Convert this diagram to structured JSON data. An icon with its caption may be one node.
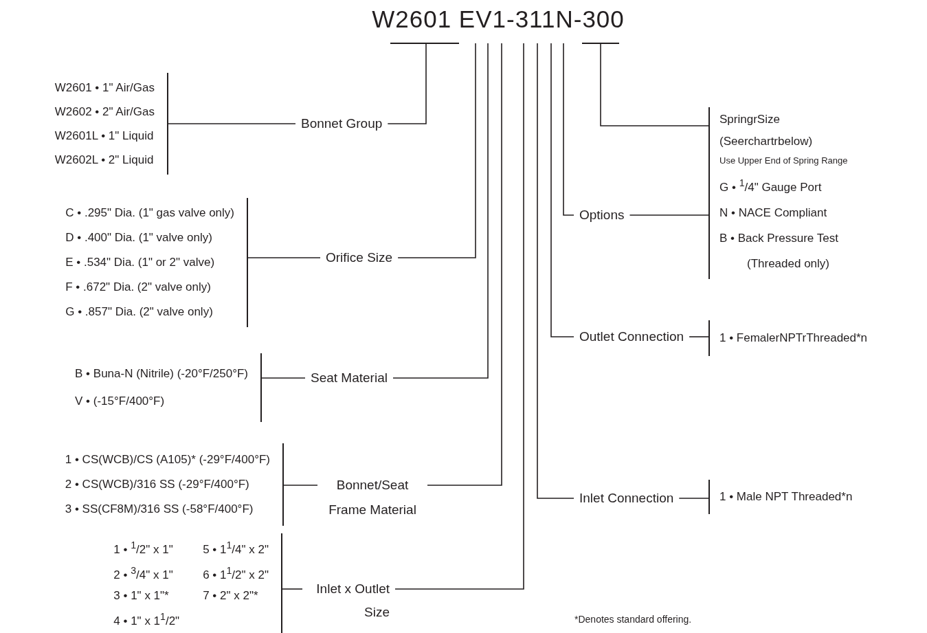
{
  "diagram": {
    "nodes": [
      {
        "text": [
          "W2601 EV1-311N-300"
        ]
      },
      {
        "text": [
          "W2601 • 1\" Air/Gas",
          "W2602 • 2\" Air/Gas",
          "W2601L • 1\" Liquid",
          "W2602L • 2\" Liquid"
        ]
      },
      {
        "text": [
          "Bonnet Group"
        ]
      },
      {
        "text": [
          "C • .295\" Dia. (1\" gas valve only)",
          "D • .400\" Dia. (1\" valve only)",
          "E • .534\" Dia. (1\" or 2\" valve)",
          "F • .672\" Dia. (2\" valve only)",
          "G • .857\" Dia. (2\" valve only)"
        ]
      },
      {
        "text": [
          "Orifice Size"
        ]
      },
      {
        "text": [
          "B • Buna-N (Nitrile) (-20°F/250°F)",
          "V • (-15°F/400°F)"
        ]
      },
      {
        "text": [
          "Seat Material"
        ]
      },
      {
        "text": [
          "1 • CS(WCB)/CS (A105)* (-29°F/400°F)",
          "2 • CS(WCB)/316 SS (-29°F/400°F)",
          "3 • SS(CF8M)/316 SS (-58°F/400°F)"
        ]
      },
      {
        "text": [
          "Bonnet/Seat Frame Material"
        ]
      },
      {
        "text": [
          "1 • $^{1}$/2\" x 1\"",
          "5 • 1$^{1}$/4\" x 2\"",
          "2 • $^{3}$/4\" x 1\"",
          "6 • 1$^{1}$/2\" x 2\"",
          "3 • 1\" x 1\"*",
          "7 • 2\" x 2\"*",
          "4 • 1\" x 1$^{1}$/2\""
        ]
      },
      {
        "text": [
          "Inlet x Outlet Size"
        ]
      },
      {
        "text": [
          "SpringrSize",
          "(Seerchartrbelow)",
          "Use Upper End of Spring Range"
        ]
      },
      {
        "text": [
          "G • $^{1}$/4\" Gauge Port",
          "N • NACE Compliant",
          "B • Back Pressure Test (Threaded only)"
        ]
      },
      {
        "text": [
          "Options"
        ]
      },
      {
        "text": [
          "1 • FemalerNPTrThreaded*n"
        ]
      },
      {
        "text": [
          "Outlet Connection"
        ]
      },
      {
        "text": [
          "1 • Male NPT Threaded*n"
        ]
      },
      {
        "text": [
          "Inlet Connection"
        ]
      }
    ],
    "edges": [
      {
        "from": 1,
        "to": 2,
        "arrow": "none"
      },
      {
        "from": 2,
        "to": 0,
        "arrow": "none"
      },
      {
        "from": 3,
        "to": 4,
        "arrow": "none"
      },
      {
        "from": 4,
        "to": 0,
        "arrow": "none"
      },
      {
        "from": 5,
        "to": 6,
        "arrow": "none"
      },
      {
        "from": 6,
        "to": 0,
        "arrow": "none"
      },
      {
        "from": 7,
        "to": 8,
        "arrow": "none"
      },
      {
        "from": 8,
        "to": 0,
        "arrow": "none"
      },
      {
        "from": 9,
        "to": 10,
        "arrow": "none"
      },
      {
        "from": 10,
        "to": 0,
        "arrow": "none"
      },
      {
        "from": 11,
        "to": 0,
        "arrow": "none"
      },
      {
        "from": 12,
        "to": 13,
        "arrow": "none"
      },
      {
        "from": 13,
        "to": 0,
        "arrow": "none"
      },
      {
        "from": 14,
        "to": 15,
        "arrow": "none"
      },
      {
        "from": 15,
        "to": 0,
        "arrow": "none"
      },
      {
        "from": 16,
        "to": 17,
        "arrow": "none"
      },
      {
        "from": 17,
        "to": 0,
        "arrow": "none"
      }
    ],
    "labels": [
      "*Denotes standard offering."
    ]
  }
}
